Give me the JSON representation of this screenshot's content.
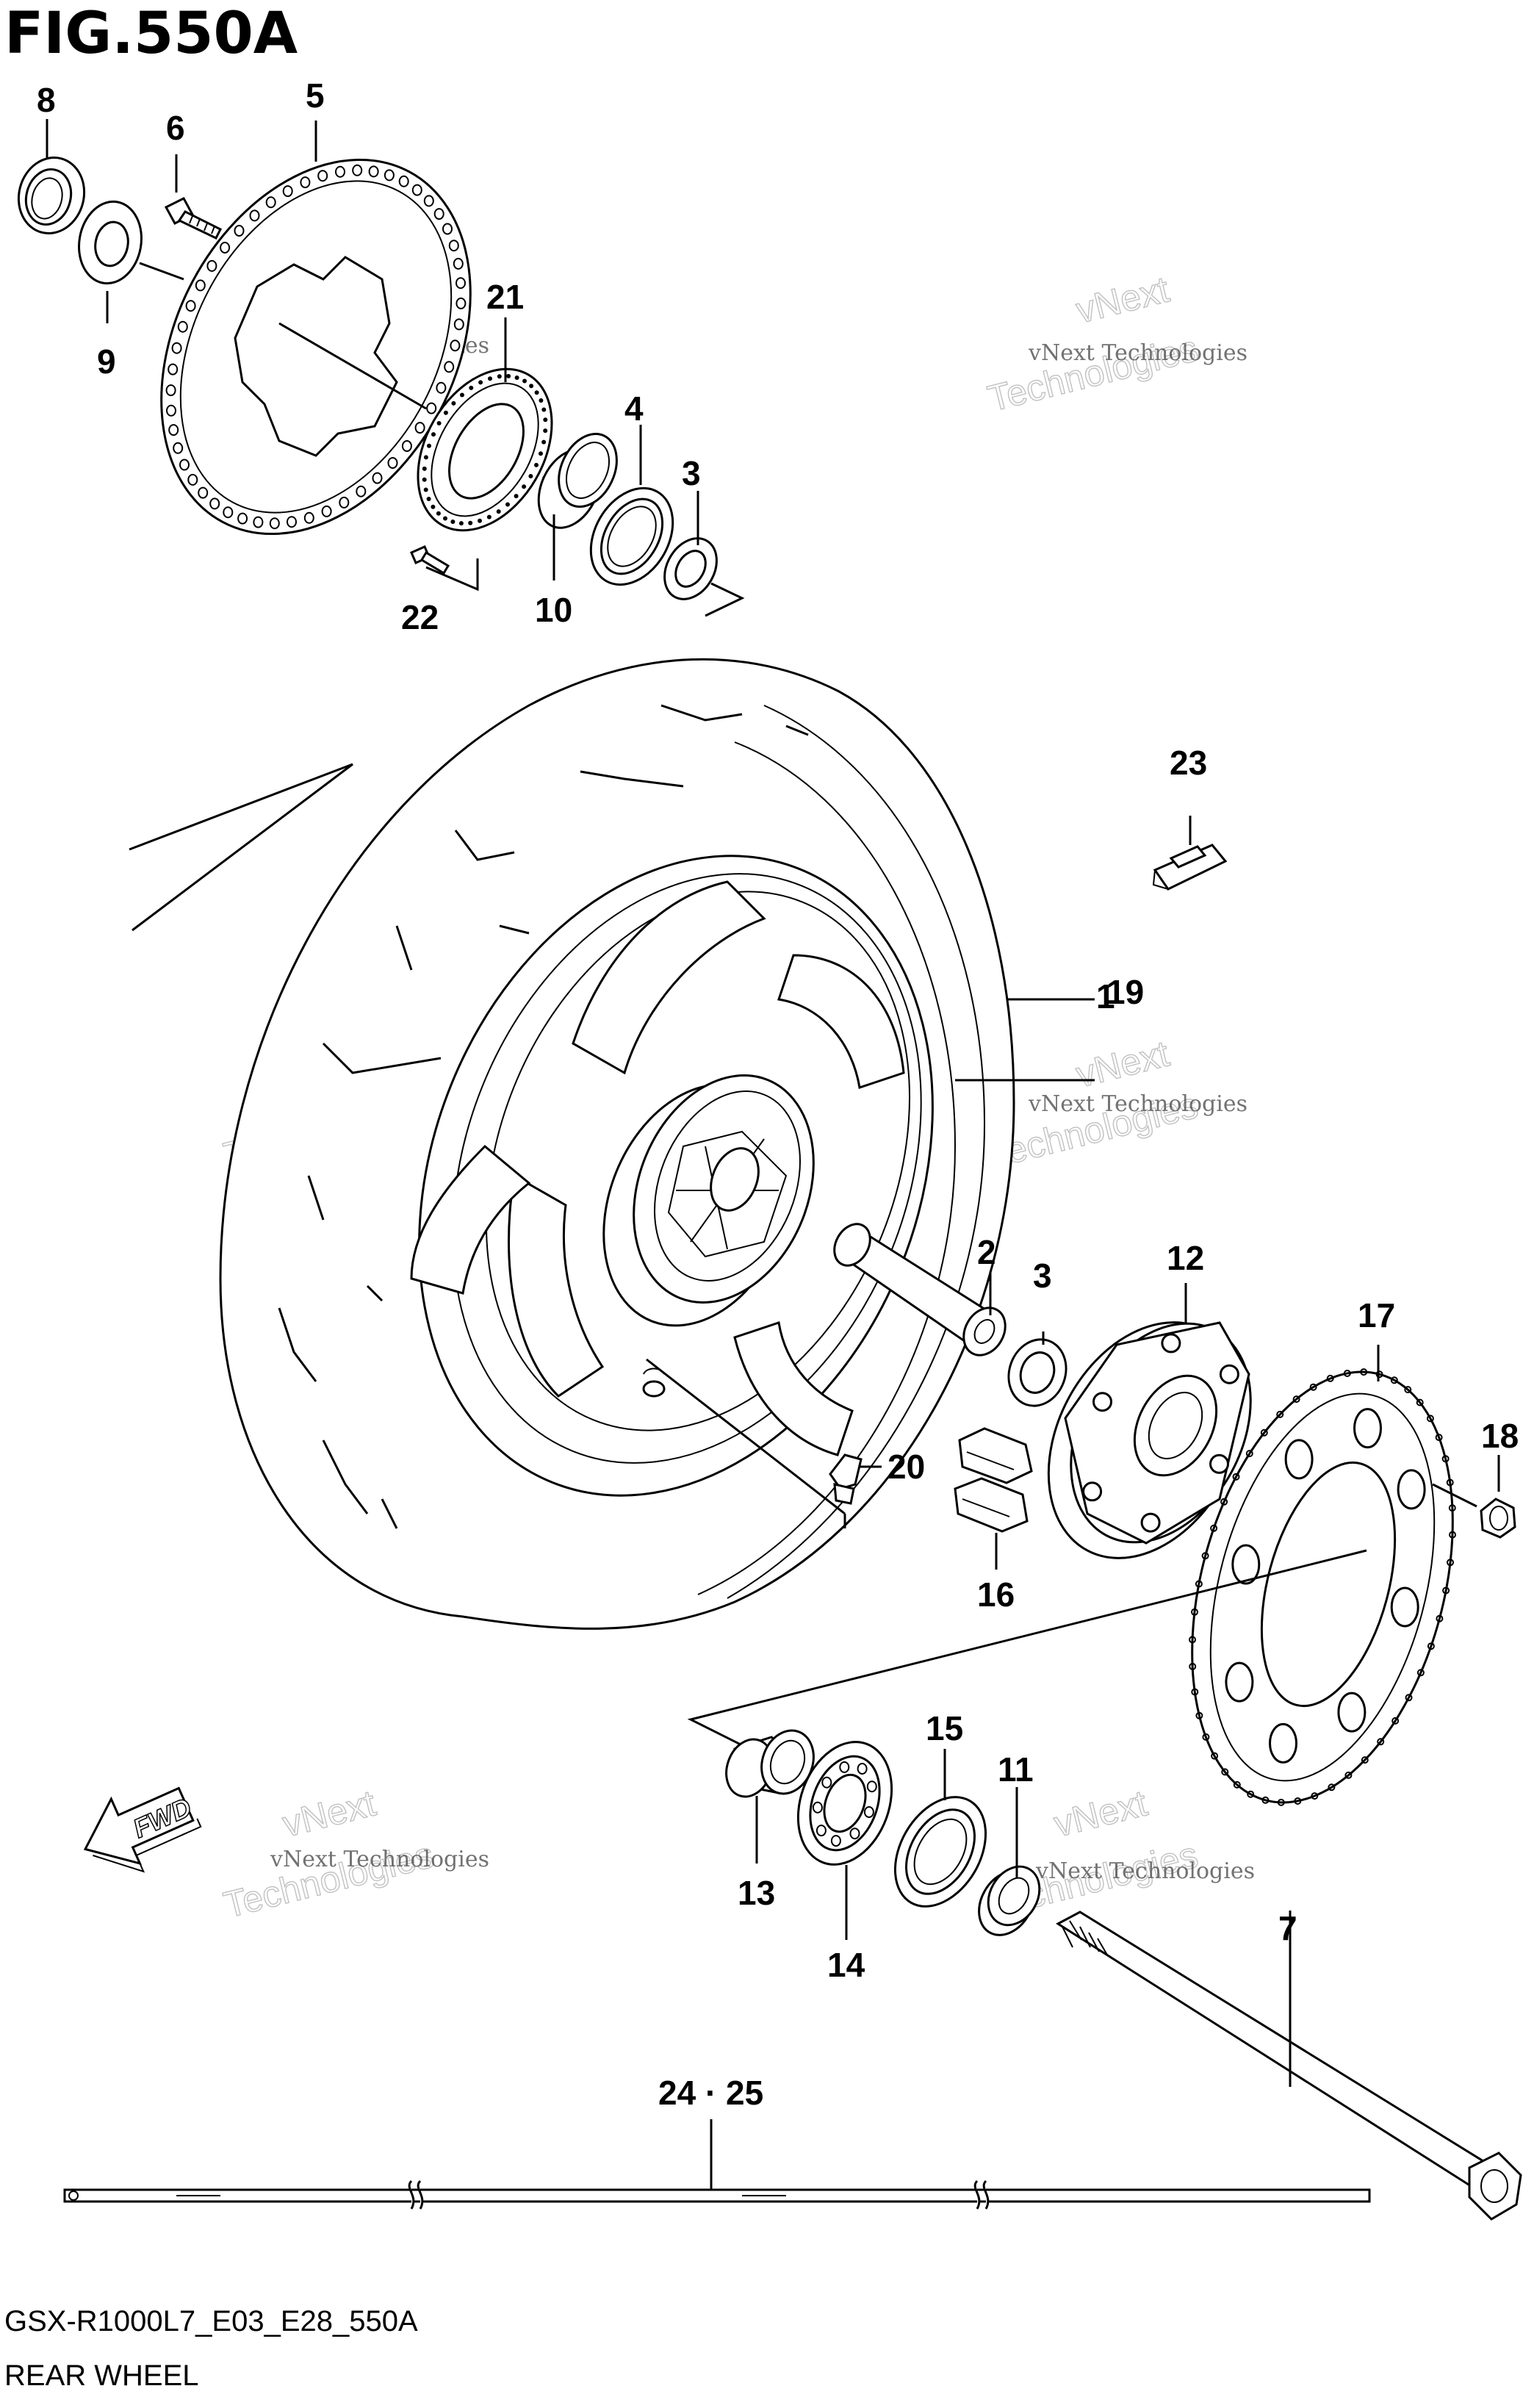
{
  "figure": {
    "title": "FIG.550A",
    "model_code": "GSX-R1000L7_E03_E28_550A",
    "caption": "REAR WHEEL",
    "fwd_label": "FWD"
  },
  "watermark": {
    "small": "vNext Technologies",
    "large_1": "vNext",
    "large_2": "Technologies"
  },
  "callouts": {
    "n1": "1",
    "n2": "2",
    "n3a": "3",
    "n3b": "3",
    "n4": "4",
    "n5": "5",
    "n6": "6",
    "n7": "7",
    "n8": "8",
    "n9": "9",
    "n10": "10",
    "n11": "11",
    "n12": "12",
    "n13": "13",
    "n14": "14",
    "n15": "15",
    "n16": "16",
    "n17": "17",
    "n18": "18",
    "n19": "19",
    "n20": "20",
    "n21": "21",
    "n22": "22",
    "n23": "23",
    "n24_25": "24 · 25"
  }
}
